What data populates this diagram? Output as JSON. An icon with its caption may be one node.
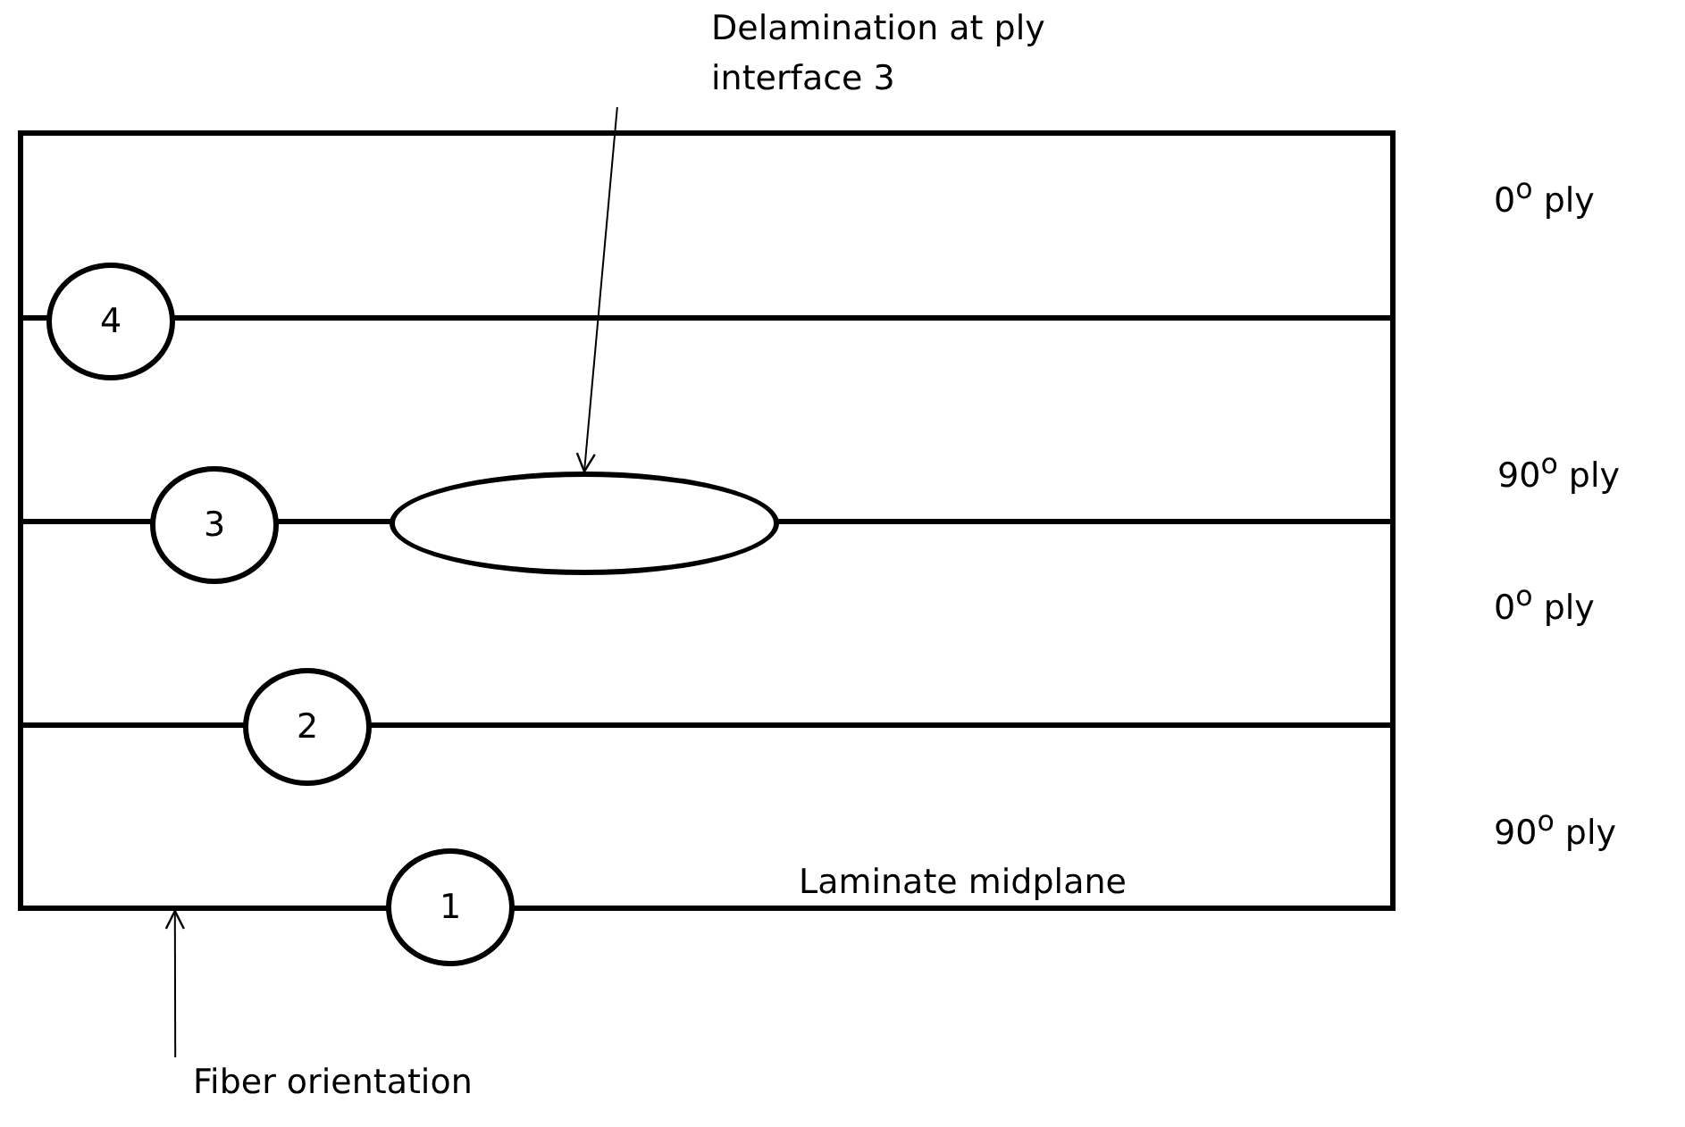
{
  "diagram": {
    "nodes": [
      {
        "text": [
          "Delamination at ply interface 3"
        ]
      },
      {
        "text": [],
        "shape": "box"
      },
      {
        "text": [],
        "shape": "ellipse",
        "in": 1
      },
      {
        "text": [
          "4"
        ],
        "in": 1
      },
      {
        "text": [
          "3"
        ],
        "in": 1
      },
      {
        "text": [
          "2"
        ],
        "in": 1
      },
      {
        "text": [
          "1"
        ]
      },
      {
        "text": [
          "Fiber orientation"
        ]
      }
    ],
    "edges": [
      {
        "from": 0,
        "to": 2,
        "arrow": "to"
      },
      {
        "from": 7,
        "to": 1,
        "arrow": "to"
      }
    ],
    "labels": [
      "0$^{o}$ ply",
      "90$^{o}$ ply",
      "0$^{o}$ ply",
      "90$^{o}$ ply",
      "Laminate midplane"
    ]
  }
}
